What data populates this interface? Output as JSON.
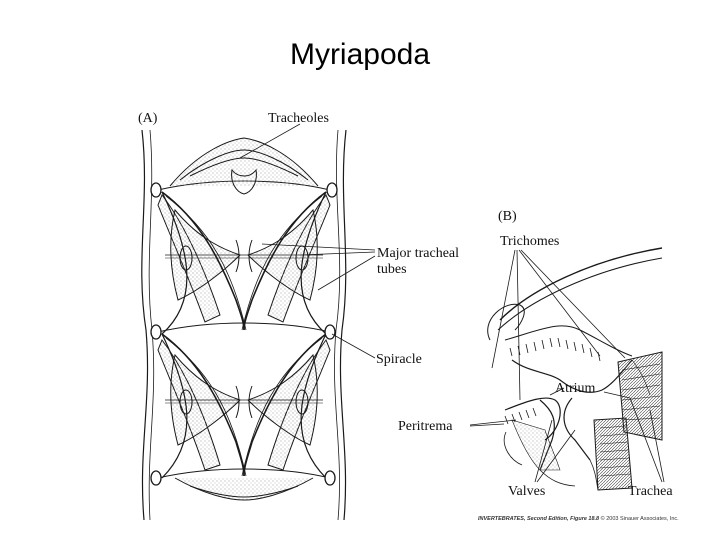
{
  "slide": {
    "title": "Myriapoda"
  },
  "figure": {
    "panel_a": {
      "letter": "(A)",
      "labels": {
        "tracheoles": "Tracheoles",
        "major_tracheal_1": "Major  tracheal",
        "major_tracheal_2": "tubes",
        "spiracle": "Spiracle"
      }
    },
    "panel_b": {
      "letter": "(B)",
      "labels": {
        "trichomes": "Trichomes",
        "atrium": "Atrium",
        "peritrema": "Peritrema",
        "valves": "Valves",
        "trachea": "Trachea"
      }
    },
    "caption": {
      "book": "INVERTEBRATES, Second Edition, Figure 18.8",
      "publisher": "© 2003 Sinauer Associates, Inc."
    }
  },
  "colors": {
    "ink": "#1a1a1a",
    "stipple": "#9a9a9a",
    "background": "#ffffff"
  }
}
